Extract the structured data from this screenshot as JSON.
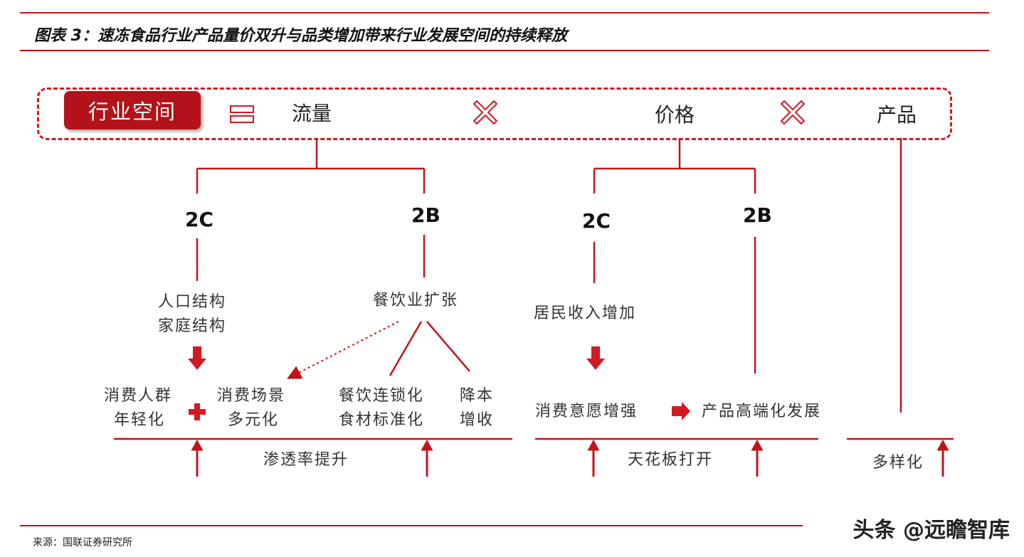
{
  "title": "图表 3：速冻食品行业产品量价双升与品类增加带来行业发展空间的持续释放",
  "header": {
    "pill": "行业空间",
    "flow": "流量",
    "price": "价格",
    "product": "产品",
    "equals_icon": "equals-icon",
    "times_icon": "multiply-icon"
  },
  "flow": {
    "c_label": "2C",
    "b_label": "2B",
    "c_driver_line1": "人口结构",
    "c_driver_line2": "家庭结构",
    "b_driver": "餐饮业扩张",
    "outcome_young_line1": "消费人群",
    "outcome_young_line2": "年轻化",
    "outcome_scene_line1": "消费场景",
    "outcome_scene_line2": "多元化",
    "outcome_chain_line1": "餐饮连锁化",
    "outcome_chain_line2": "食材标准化",
    "outcome_cost_line1": "降本",
    "outcome_cost_line2": "增收",
    "bottom": "渗透率提升"
  },
  "price": {
    "c_label": "2C",
    "b_label": "2B",
    "c_driver": "居民收入增加",
    "outcome_will": "消费意愿增强",
    "outcome_premium": "产品高端化发展",
    "bottom": "天花板打开"
  },
  "product": {
    "bottom": "多样化"
  },
  "source": "来源：国联证券研究所",
  "watermark": "头条 @远瞻智库",
  "colors": {
    "accent": "#c0141c"
  }
}
